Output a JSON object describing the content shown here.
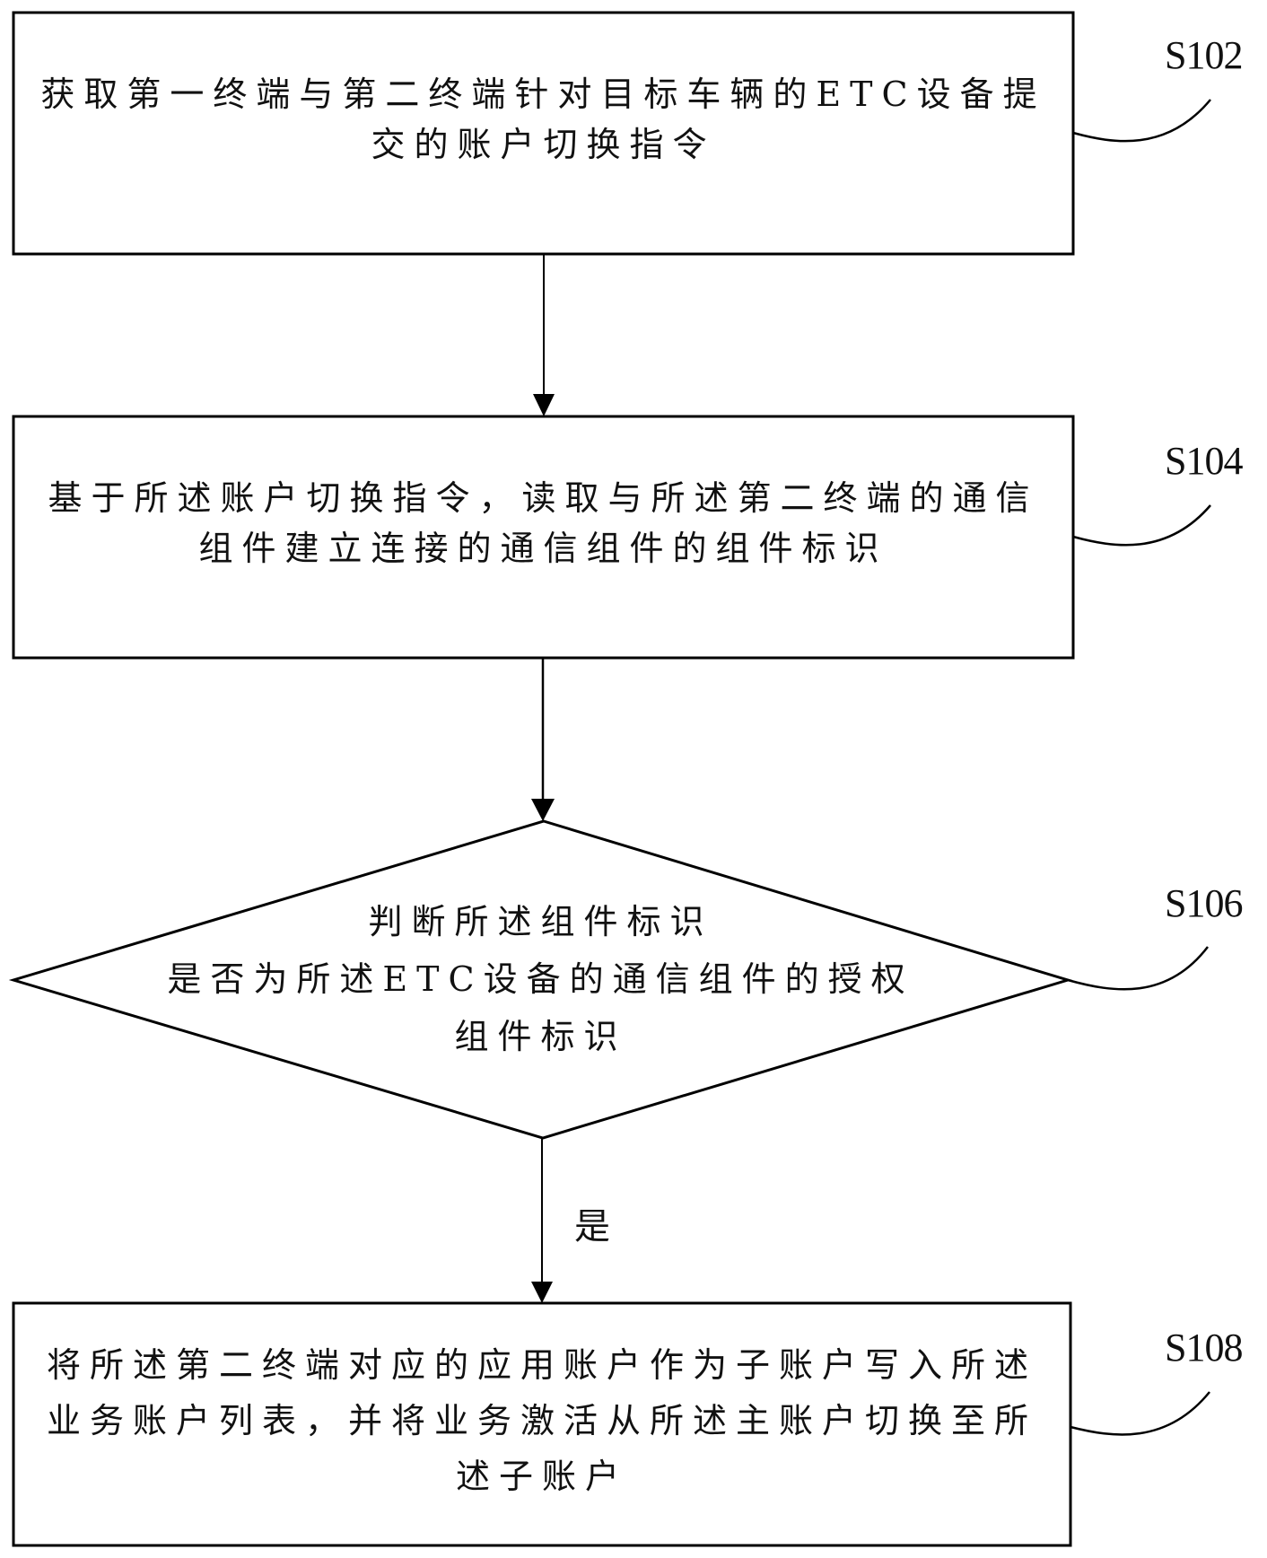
{
  "flowchart": {
    "steps": [
      {
        "id": "S102",
        "shape": "rectangle",
        "lines": [
          "获取第一终端与第二终端针对目标车辆的ETC设备提",
          "交的账户切换指令"
        ]
      },
      {
        "id": "S104",
        "shape": "rectangle",
        "lines": [
          "基于所述账户切换指令，读取与所述第二终端的通信",
          "组件建立连接的通信组件的组件标识"
        ]
      },
      {
        "id": "S106",
        "shape": "diamond",
        "lines": [
          "判断所述组件标识",
          "是否为所述ETC设备的通信组件的授权",
          "组件标识"
        ]
      },
      {
        "id": "S108",
        "shape": "rectangle",
        "lines": [
          "将所述第二终端对应的应用账户作为子账户写入所述",
          "业务账户列表，并将业务激活从所述主账户切换至所",
          "述子账户"
        ]
      }
    ],
    "edges": [
      {
        "from": "S102",
        "to": "S104",
        "label": ""
      },
      {
        "from": "S104",
        "to": "S106",
        "label": ""
      },
      {
        "from": "S106",
        "to": "S108",
        "label": "是"
      }
    ],
    "colors": {
      "stroke": "#000000",
      "background": "#ffffff",
      "text": "#111111"
    }
  }
}
